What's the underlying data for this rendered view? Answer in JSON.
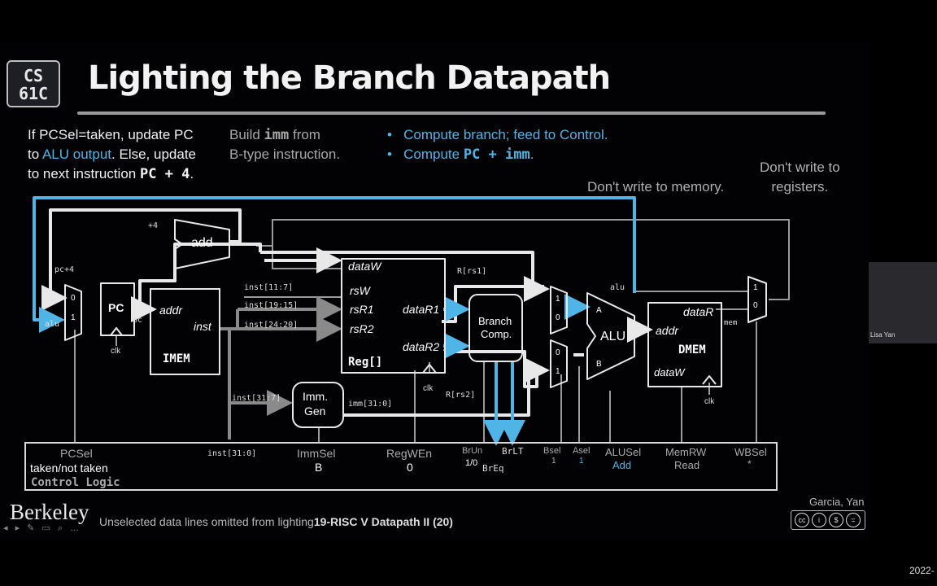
{
  "header": {
    "logo_line1": "CS",
    "logo_line2": "61C",
    "title": "Lighting the Branch Datapath"
  },
  "notes": {
    "pcsel_l1": "If PCSel=taken, update PC",
    "pcsel_l2a": "to ",
    "pcsel_l2b": "ALU output",
    "pcsel_l2c": ". Else, update",
    "pcsel_l3a": "to next instruction ",
    "pcsel_l3b": "PC + 4",
    "pcsel_l3c": ".",
    "imm_l1a": "Build ",
    "imm_l1b": "imm",
    "imm_l1c": " from",
    "imm_l2": "B-type instruction.",
    "bullet1": "Compute branch; feed to Control.",
    "bullet2a": "Compute ",
    "bullet2b": "PC + imm",
    "bullet2c": ".",
    "no_mem": "Don't write to memory.",
    "no_reg_l1": "Don't write to",
    "no_reg_l2": "registers."
  },
  "datapath": {
    "pc": "PC",
    "add": "add",
    "plus4": "+4",
    "pc_plus4": "pc+4",
    "alu_in": "alu",
    "pc_out": "pc",
    "clk": "clk",
    "imem_addr": "addr",
    "imem_inst": "inst",
    "imem": "IMEM",
    "inst_11_7": "inst[11:7]",
    "inst_19_15": "inst[19:15]",
    "inst_24_20": "inst[24:20]",
    "inst_31_7": "inst[31:7]",
    "inst_31_0": "inst[31:0]",
    "imm_31_0": "imm[31:0]",
    "dataW": "dataW",
    "rsW": "rsW",
    "rsR1": "rsR1",
    "rsR2": "rsR2",
    "dataR1": "dataR1",
    "dataR2": "dataR2",
    "reg": "Reg[]",
    "r_rs1": "R[rs1]",
    "r_rs2": "R[rs2]",
    "immgen_l1": "Imm.",
    "immgen_l2": "Gen",
    "branch_l1": "Branch",
    "branch_l2": "Comp.",
    "alu": "ALU",
    "a": "A",
    "b": "B",
    "alu_out": "alu",
    "dmem_dataR": "dataR",
    "dmem_addr": "addr",
    "dmem": "DMEM",
    "dmem_dataW": "dataW",
    "mem": "mem",
    "mux0": "0",
    "mux1": "1"
  },
  "control": {
    "pcsel": "PCSel",
    "pcsel_val": "taken/not taken",
    "control_logic": "Control Logic",
    "immsel": "ImmSel",
    "immsel_val": "B",
    "regwen": "RegWEn",
    "regwen_val": "0",
    "brun": "BrUn",
    "brun_val": "1/0",
    "breq": "BrEq",
    "brlt": "BrLT",
    "bsel": "Bsel",
    "bsel_val": "1",
    "asel": "Asel",
    "asel_val": "1",
    "alusel": "ALUSel",
    "alusel_val": "Add",
    "memrw": "MemRW",
    "memrw_val": "Read",
    "wbsel": "WBSel",
    "wbsel_val": "*"
  },
  "footer": {
    "berkeley": "Berkeley",
    "note": "Unselected data lines omitted from lighting",
    "lecture": "19-RISC V Datapath II (20)",
    "author": "Garcia, Yan",
    "cc": [
      "cc",
      "i",
      "$",
      "="
    ],
    "speaker": "Lisa Yan",
    "date": "2022-"
  },
  "colors": {
    "highlight": "#4fb4e6",
    "wire": "#9a9a9a",
    "lit": "#e8e8e8",
    "background": "#020204"
  }
}
